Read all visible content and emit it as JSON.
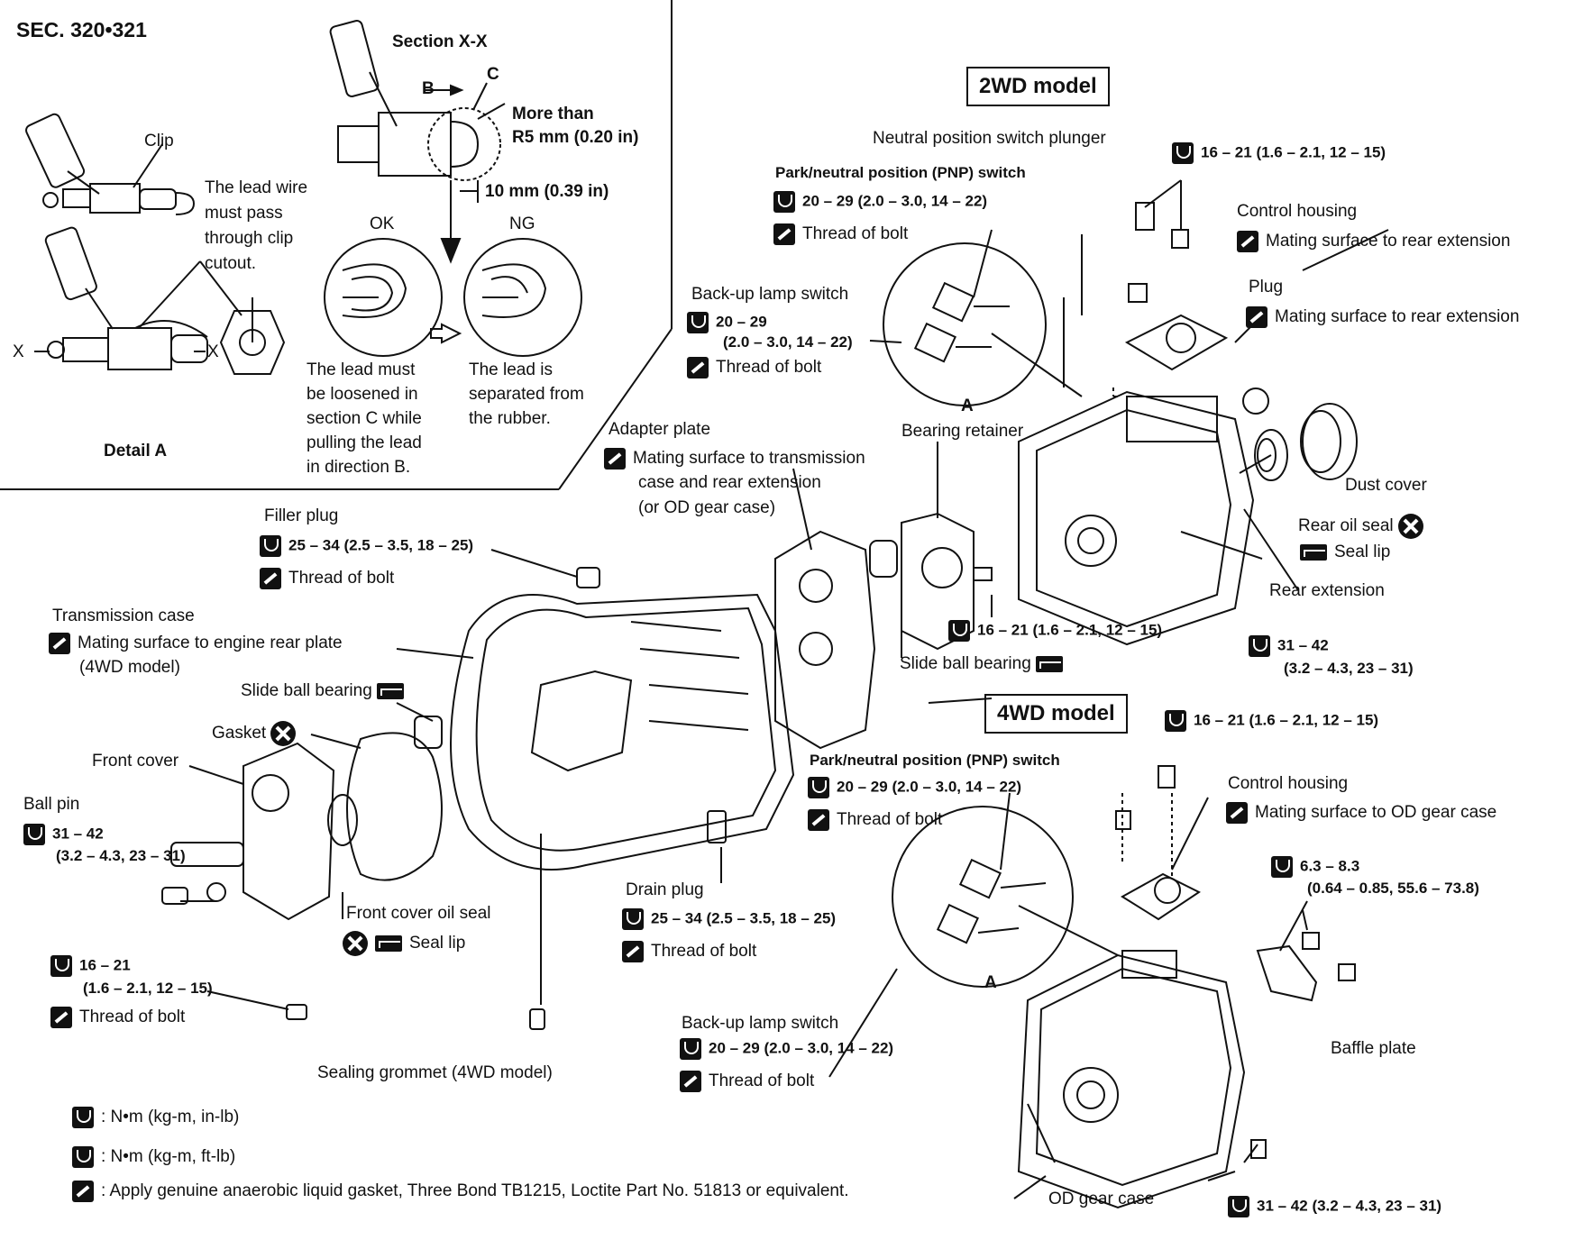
{
  "header": {
    "section": "SEC. 320•321"
  },
  "detail": {
    "section_title": "Section X-X",
    "label_b": "B",
    "label_c": "C",
    "more_than_1": "More than",
    "more_than_2": "R5 mm (0.20 in)",
    "dim": "10 mm (0.39 in)",
    "clip": "Clip",
    "lead_note": [
      "The lead wire",
      "must pass",
      "through clip",
      "cutout."
    ],
    "ok": "OK",
    "ng": "NG",
    "x_left": "X",
    "x_right": "X",
    "ok_note": [
      "The lead must",
      "be loosened in",
      "section C while",
      "pulling the lead",
      "in direction B."
    ],
    "ng_note": [
      "The lead is",
      "separated from",
      "the rubber."
    ],
    "caption": "Detail A"
  },
  "models": {
    "m2wd": "2WD model",
    "m4wd": "4WD model"
  },
  "labels": {
    "neutral_plunger": "Neutral position switch plunger",
    "pnp_2wd": "Park/neutral position (PNP) switch",
    "pnp_2wd_torque": "20 – 29 (2.0 – 3.0, 14 – 22)",
    "thread_bolt": "Thread of bolt",
    "torque_16_21": "16 – 21 (1.6 – 2.1, 12 – 15)",
    "control_housing": "Control housing",
    "mating_rear_ext": "Mating surface to rear extension",
    "plug": "Plug",
    "backup_2wd": "Back-up lamp switch",
    "backup_2wd_t1": "20 – 29",
    "backup_2wd_t2": "(2.0 – 3.0, 14 – 22)",
    "mark_a": "A",
    "adapter_plate": "Adapter plate",
    "adapter_mating_1": "Mating surface to transmission",
    "adapter_mating_2": "case and rear extension",
    "adapter_mating_3": "(or OD gear case)",
    "bearing_retainer": "Bearing retainer",
    "dust_cover": "Dust cover",
    "rear_oil_seal": "Rear oil seal",
    "seal_lip": "Seal lip",
    "rear_extension": "Rear extension",
    "filler_plug": "Filler plug",
    "torque_25_34": "25 – 34 (2.5 – 3.5, 18 – 25)",
    "transmission_case": "Transmission case",
    "trans_mating_1": "Mating surface to engine rear plate",
    "trans_mating_2": "(4WD model)",
    "slide_ball_bearing": "Slide ball bearing",
    "torque_31_42": "31 – 42",
    "torque_31_42_b": "(3.2 – 4.3, 23 – 31)",
    "gasket": "Gasket",
    "front_cover": "Front cover",
    "ball_pin": "Ball pin",
    "front_cover_oil_seal": "Front cover oil seal",
    "drain_plug": "Drain plug",
    "torque_16_21_short": "16 – 21",
    "torque_16_21_b": "(1.6 – 2.1, 12 – 15)",
    "pnp_4wd": "Park/neutral position (PNP) switch",
    "pnp_4wd_torque": "20 – 29 (2.0 – 3.0, 14 – 22)",
    "control_housing_4wd": "Control housing",
    "mating_od": "Mating surface to OD gear case",
    "torque_63": "6.3 – 8.3",
    "torque_63_b": "(0.64 – 0.85, 55.6 – 73.8)",
    "baffle_plate": "Baffle plate",
    "backup_4wd": "Back-up lamp switch",
    "backup_4wd_torque": "20 – 29 (2.0 – 3.0, 14 – 22)",
    "sealing_grommet": "Sealing grommet (4WD model)",
    "od_gear_case": "OD gear case",
    "torque_31_42_full": "31 – 42 (3.2 – 4.3, 23 – 31)"
  },
  "legend": {
    "inlb": ": N•m (kg-m, in-lb)",
    "ftlb": ": N•m (kg-m, ft-lb)",
    "sealant": ": Apply genuine anaerobic liquid gasket, Three Bond TB1215, Loctite Part No. 51813 or equivalent."
  }
}
